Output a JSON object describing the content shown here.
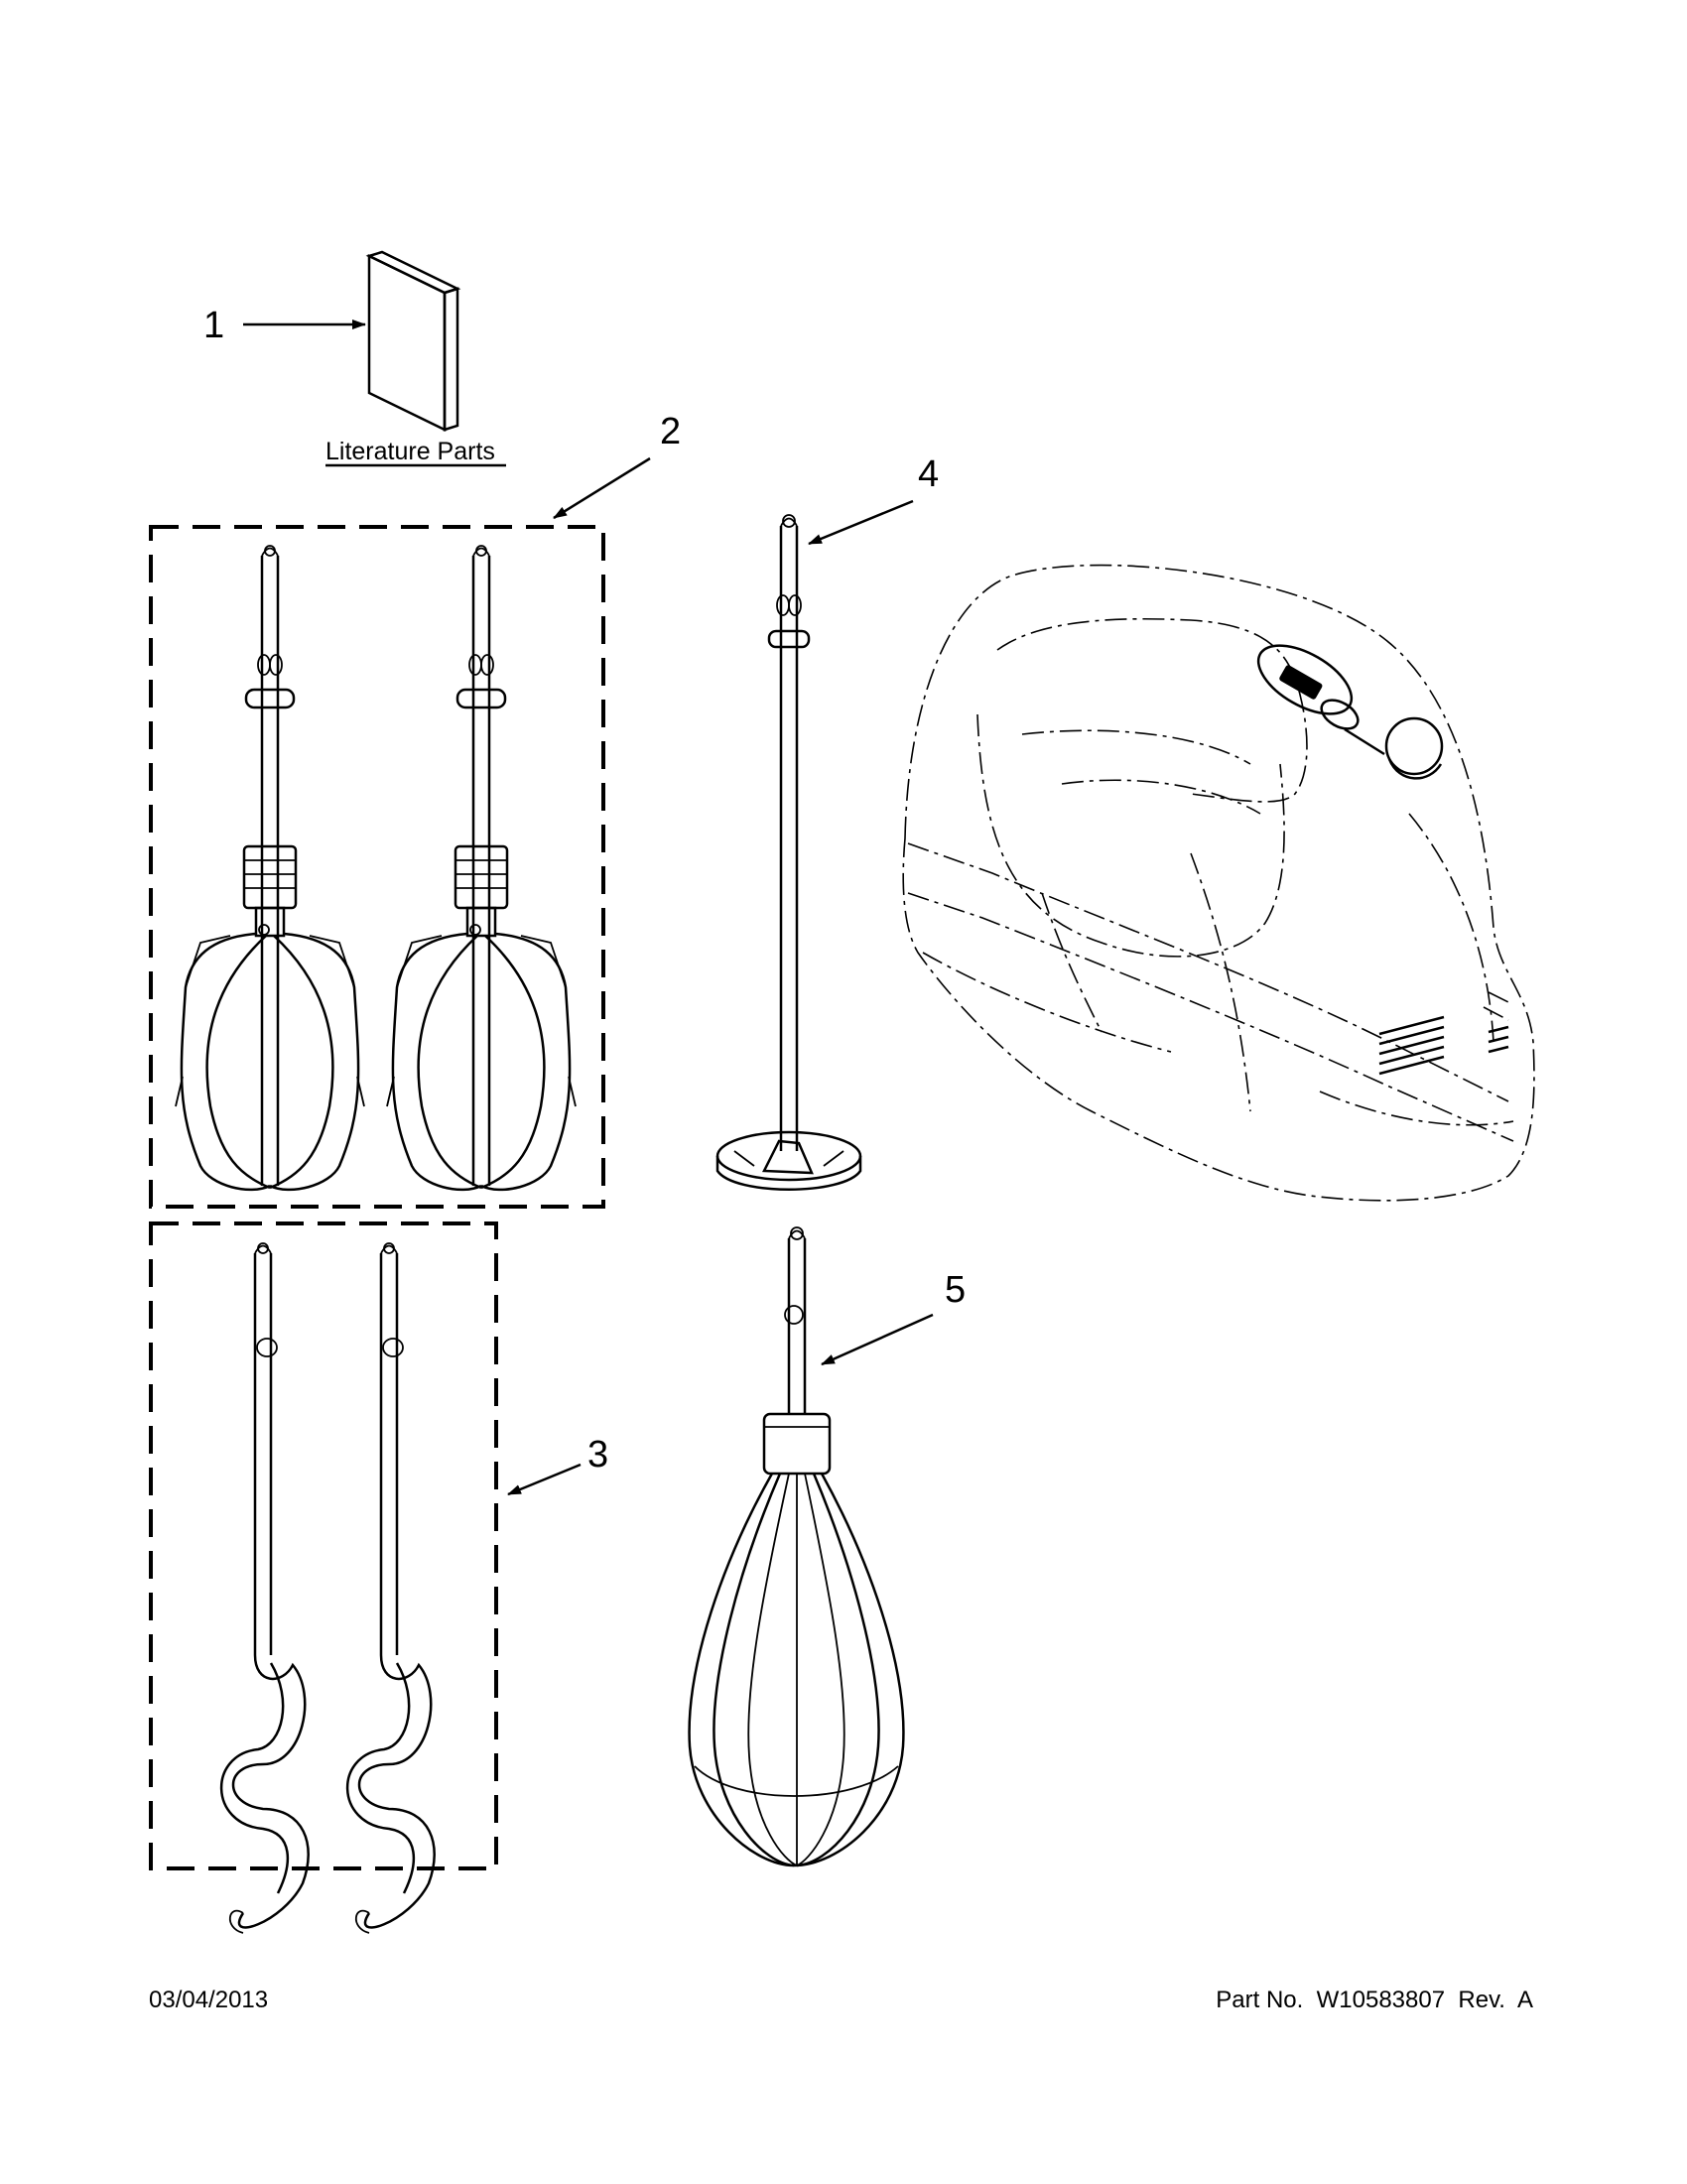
{
  "diagram": {
    "callouts": [
      {
        "id": "1",
        "label": "1"
      },
      {
        "id": "2",
        "label": "2"
      },
      {
        "id": "3",
        "label": "3"
      },
      {
        "id": "4",
        "label": "4"
      },
      {
        "id": "5",
        "label": "5"
      }
    ],
    "literature_label": "Literature Parts"
  },
  "footer": {
    "date": "03/04/2013",
    "part_number": "Part No.  W10583807  Rev.  A"
  }
}
